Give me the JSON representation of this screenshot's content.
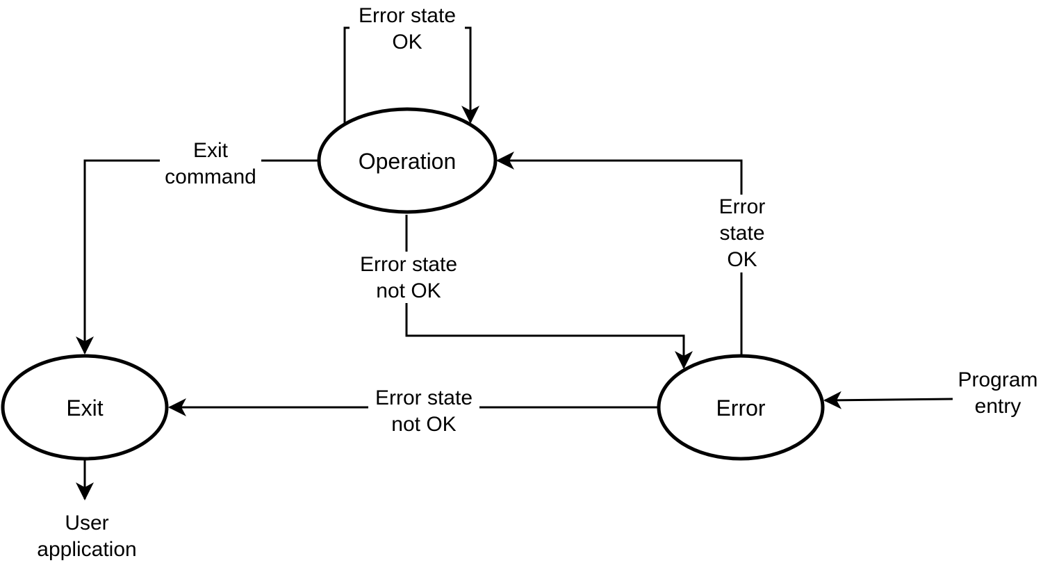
{
  "diagram": {
    "type": "state-machine",
    "line_color": "#000000",
    "background_color": "#ffffff",
    "states": {
      "operation": "Operation",
      "exit": "Exit",
      "error": "Error"
    },
    "transitions": {
      "operation_self_loop": [
        "Error state",
        "OK"
      ],
      "operation_to_exit": [
        "Exit",
        "command"
      ],
      "operation_to_error": [
        "Error state",
        "not OK"
      ],
      "error_to_operation": [
        "Error",
        "state",
        "OK"
      ],
      "error_to_exit": [
        "Error state",
        "not OK"
      ]
    },
    "external": {
      "program_entry": [
        "Program",
        "entry"
      ],
      "user_application": [
        "User",
        "application"
      ]
    }
  }
}
